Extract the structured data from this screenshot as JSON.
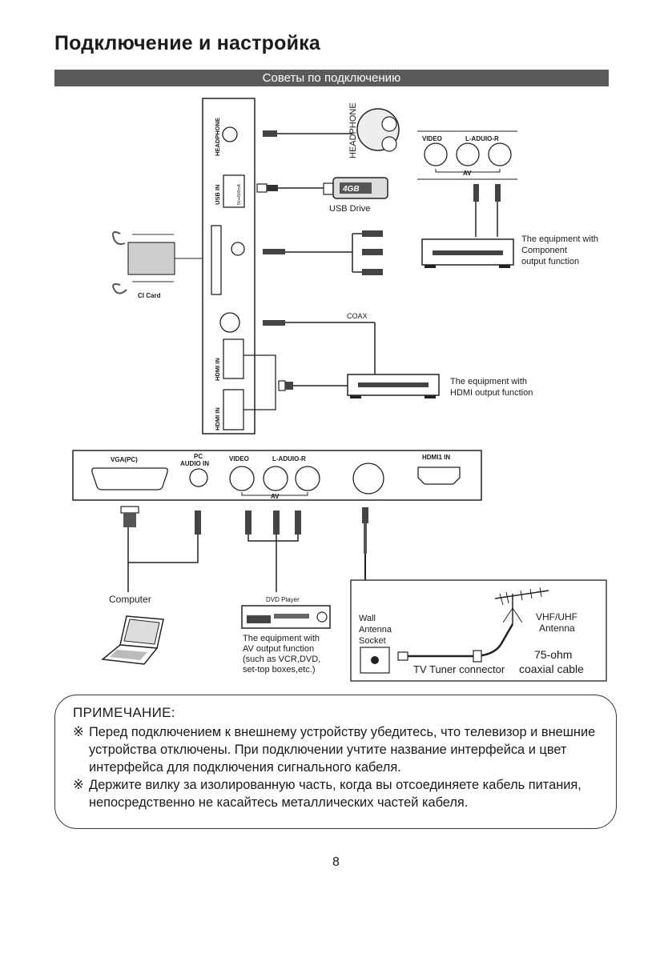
{
  "page": {
    "title": "Подключение и настройка",
    "section_bar": "Советы по подключению",
    "page_number": "8"
  },
  "side_panel": {
    "headphone": "HEADPHONE",
    "usb_in": "USB IN",
    "usb_spec": "5V⎓500mA",
    "hdmi_in_1": "HDMI IN",
    "hdmi_in_2": "HDMI IN",
    "ci_card": "CI Card",
    "headphone_device": "HEADPHONE",
    "usb_drive": "USB Drive",
    "usb_capacity": "4GB",
    "coax": "COAX",
    "component_video": "VIDEO",
    "component_audio": "L-ADUIO-R",
    "component_av": "AV",
    "component_equipment": [
      "The equipment with",
      "Component",
      "output function"
    ],
    "hdmi_equipment": [
      "The equipment with",
      "HDMI output function"
    ]
  },
  "bottom_panel": {
    "vga": "VGA(PC)",
    "pc_audio": [
      "PC",
      "AUDIO IN"
    ],
    "video": "VIDEO",
    "audio": "L-ADUIO-R",
    "av": "AV",
    "hdmi1": "HDMI1 IN",
    "computer": "Computer",
    "dvd_player": "DVD Player",
    "av_equipment": [
      "The equipment with",
      "AV output function",
      "(such as VCR,DVD,",
      "set-top boxes,etc.)"
    ],
    "wall_socket": [
      "Wall",
      "Antenna",
      "Socket"
    ],
    "antenna": [
      "VHF/UHF",
      "Antenna"
    ],
    "cable": [
      "75-ohm",
      "coaxial cable"
    ],
    "tuner": "TV Tuner connector"
  },
  "note": {
    "title": "ПРИМЕЧАНИЕ:",
    "bullet": "※",
    "items": [
      "Перед подключением к внешнему устройству убедитесь, что телевизор и внешние устройства отключены. При подключении учтите название интерфейса и цвет интерфейса для подключения сигнального кабеля.",
      "Держите вилку за изолированную часть, когда вы отсоединяете кабель питания, непосредственно не касайтесь металлических частей кабеля."
    ]
  }
}
